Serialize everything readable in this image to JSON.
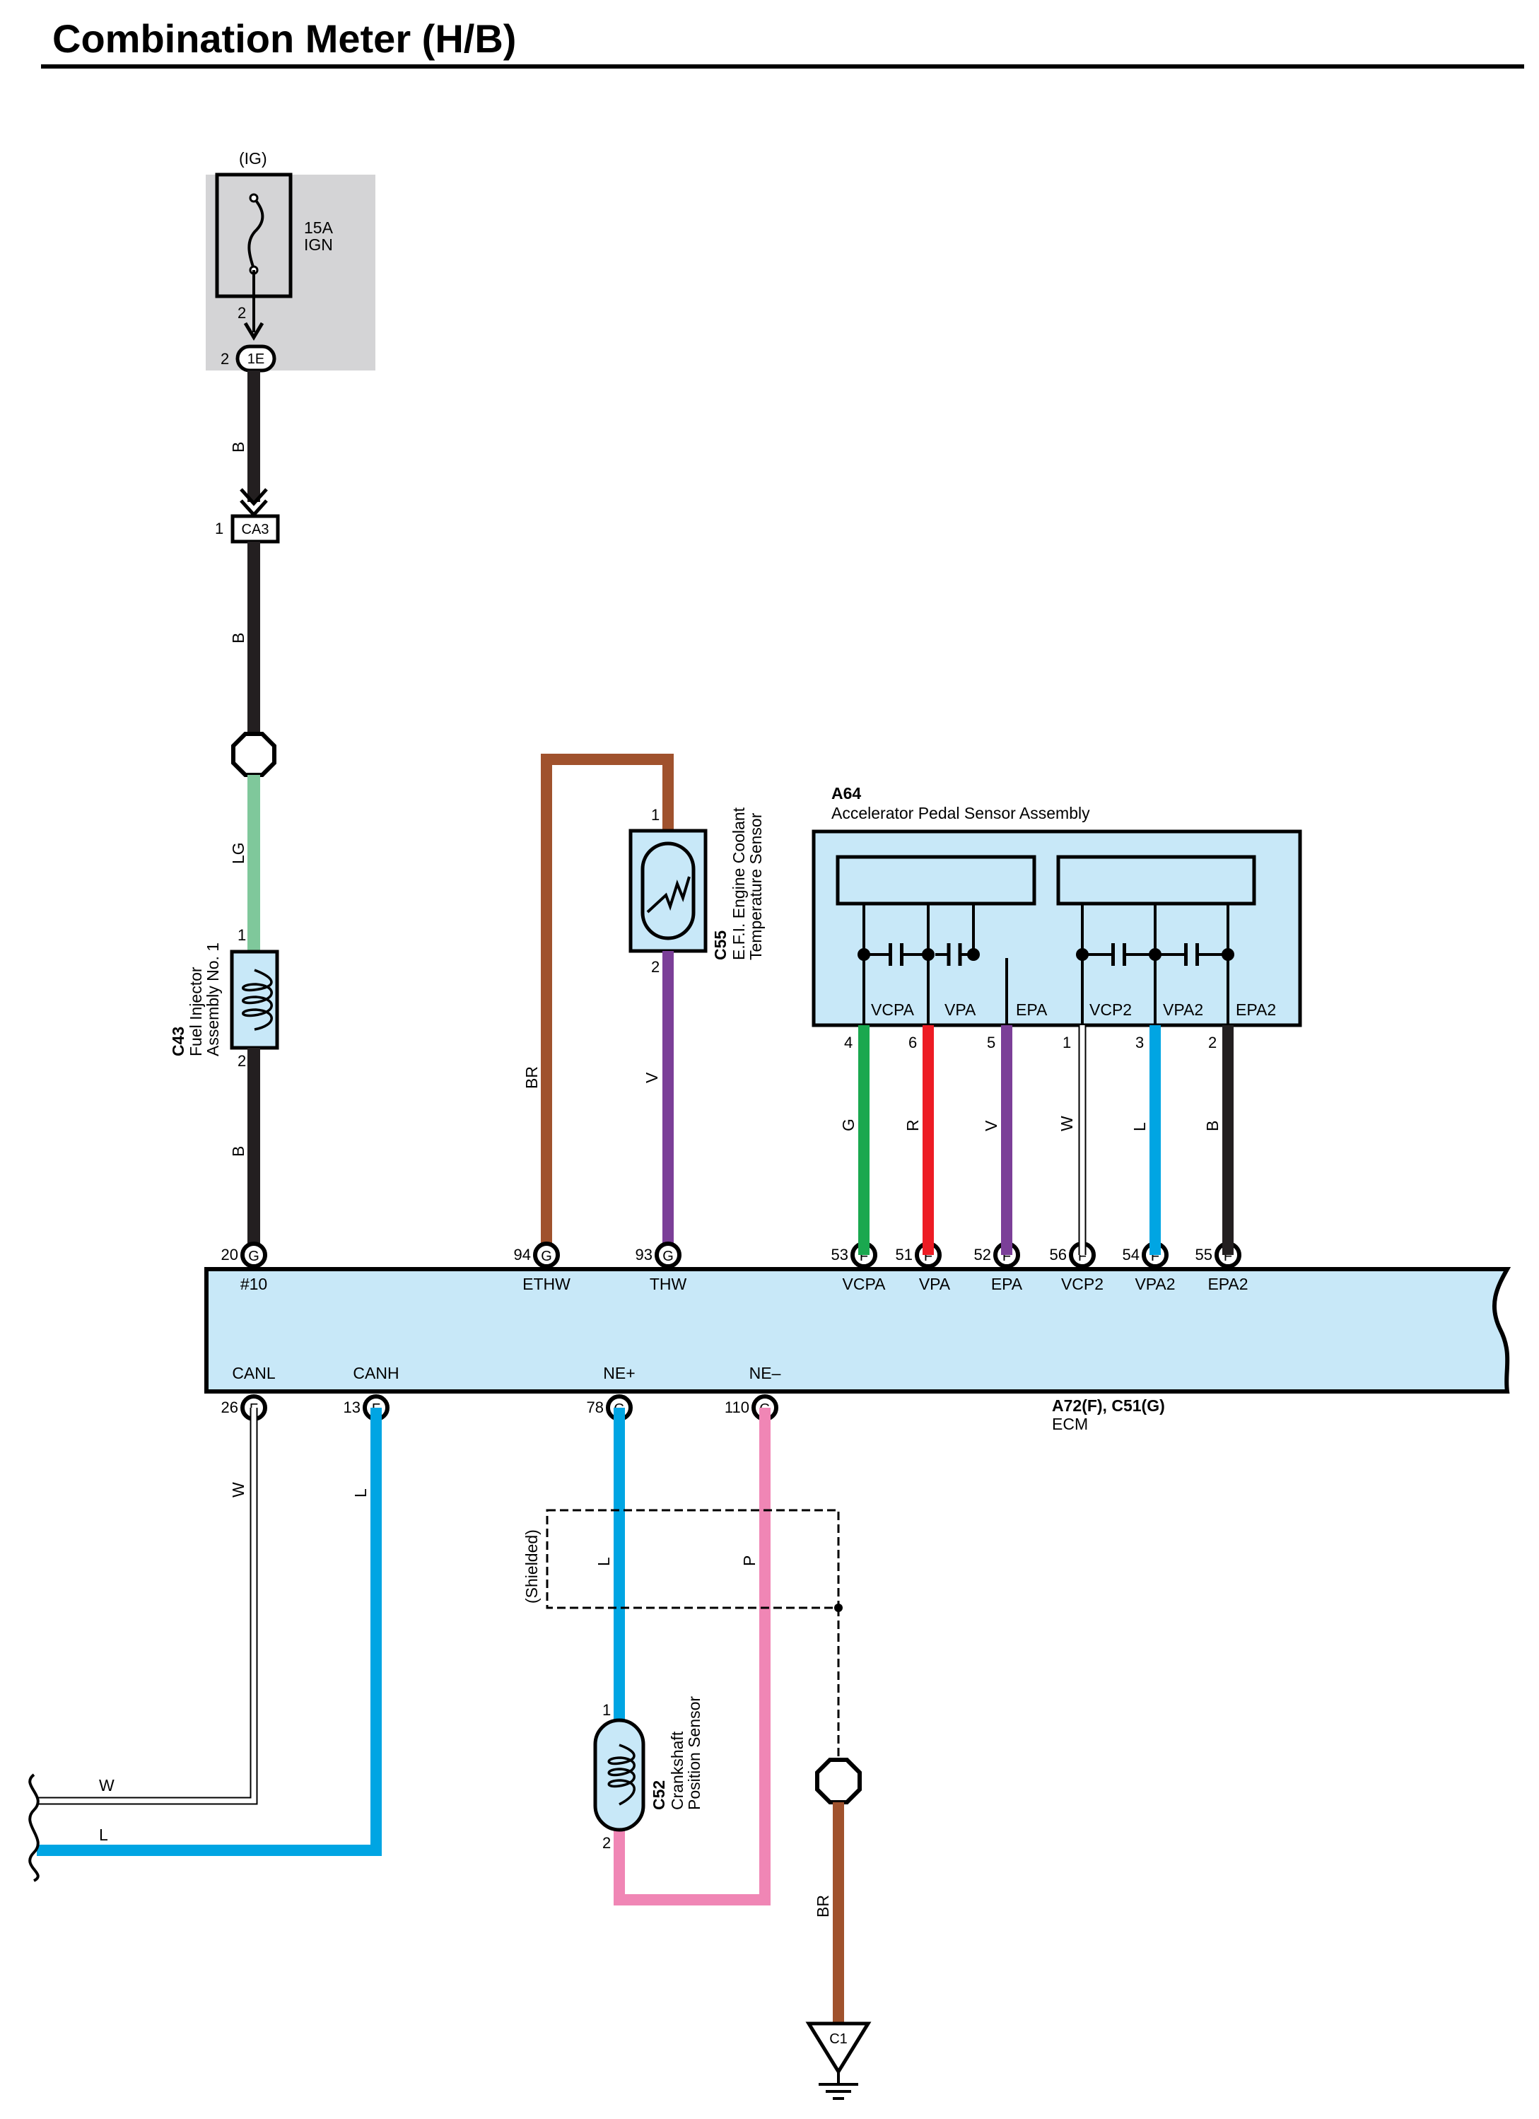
{
  "title": "Combination Meter (H/B)",
  "colors": {
    "B": "#231f20",
    "LG": "#7fc89b",
    "BR": "#a0522d",
    "V": "#7b3f98",
    "G": "#1aa84f",
    "R": "#ed1c24",
    "W": "#ffffff",
    "L": "#00a5e3",
    "P": "#f086b5",
    "component_fill": "#c8e8f8",
    "junction_fill": "#d4d4d6"
  },
  "junction_block": {
    "supply": "(IG)",
    "fuse_rating": "15A",
    "fuse_name": "IGN",
    "fuse_pin": "2",
    "connector": "1E",
    "connector_pin": "2"
  },
  "connector_ca3": {
    "name": "CA3",
    "pin": "1"
  },
  "injector": {
    "code": "C43",
    "name_line1": "Fuel Injector",
    "name_line2": "Assembly No. 1",
    "pin_top": "1",
    "pin_bottom": "2"
  },
  "coolant_sensor": {
    "code": "C55",
    "name_line1": "E.F.I.  Engine Coolant",
    "name_line2": "Temperature Sensor",
    "pin_top": "1",
    "pin_bottom": "2"
  },
  "pedal_sensor": {
    "code": "A64",
    "name": "Accelerator Pedal Sensor Assembly",
    "terminals": [
      {
        "label": "VCPA",
        "pin": "4",
        "wire": "G"
      },
      {
        "label": "VPA",
        "pin": "6",
        "wire": "R"
      },
      {
        "label": "EPA",
        "pin": "5",
        "wire": "V"
      },
      {
        "label": "VCP2",
        "pin": "1",
        "wire": "W"
      },
      {
        "label": "VPA2",
        "pin": "3",
        "wire": "L"
      },
      {
        "label": "EPA2",
        "pin": "2",
        "wire": "B"
      }
    ]
  },
  "ecm": {
    "code": "A72(F), C51(G)",
    "name": "ECM",
    "top_terminals": [
      {
        "label": "#10",
        "pin": "20",
        "conn": "G"
      },
      {
        "label": "ETHW",
        "pin": "94",
        "conn": "G"
      },
      {
        "label": "THW",
        "pin": "93",
        "conn": "G"
      },
      {
        "label": "VCPA",
        "pin": "53",
        "conn": "F"
      },
      {
        "label": "VPA",
        "pin": "51",
        "conn": "F"
      },
      {
        "label": "EPA",
        "pin": "52",
        "conn": "F"
      },
      {
        "label": "VCP2",
        "pin": "56",
        "conn": "F"
      },
      {
        "label": "VPA2",
        "pin": "54",
        "conn": "F"
      },
      {
        "label": "EPA2",
        "pin": "55",
        "conn": "F"
      }
    ],
    "bottom_terminals": [
      {
        "label": "CANL",
        "pin": "26",
        "conn": "F"
      },
      {
        "label": "CANH",
        "pin": "13",
        "conn": "F"
      },
      {
        "label": "NE+",
        "pin": "78",
        "conn": "G"
      },
      {
        "label": "NE–",
        "pin": "110",
        "conn": "G"
      }
    ]
  },
  "crank_sensor": {
    "code": "C52",
    "name_line1": "Crankshaft",
    "name_line2": "Position Sensor",
    "pin_top": "1",
    "pin_bottom": "2"
  },
  "shield": {
    "label": "(Shielded)"
  },
  "ground": {
    "name": "C1"
  },
  "wire_labels": {
    "ig_b1": "B",
    "ig_b2": "B",
    "lg": "LG",
    "inj_b": "B",
    "ethw_br": "BR",
    "thw_v": "V",
    "canl_w": "W",
    "canh_l": "L",
    "ne_plus_l": "L",
    "ne_minus_p": "P",
    "ground_br": "BR",
    "bus_w": "W",
    "bus_l": "L"
  }
}
